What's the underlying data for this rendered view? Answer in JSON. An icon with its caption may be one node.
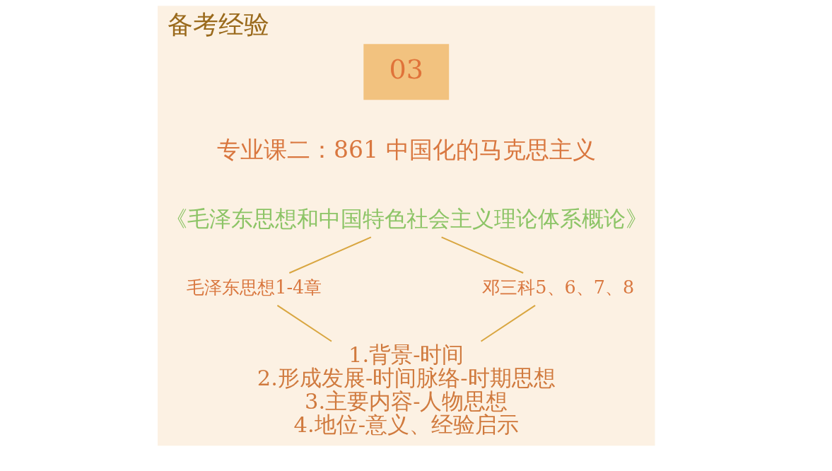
{
  "diagram": {
    "title": "备考经验",
    "nodes": [
      {
        "text": [
          "03"
        ]
      },
      {
        "text": [
          "《毛泽东思想和中国特色社会主义理论体系概论》"
        ]
      },
      {
        "text": [
          "毛泽东思想1-4章"
        ]
      },
      {
        "text": [
          "邓三科5、6、7、8"
        ]
      },
      {
        "text": [
          "1.背景-时间",
          "2.形成发展-时间脉络-时期思想",
          "3.主要内容-人物思想",
          "4.地位-意义、经验启示"
        ]
      }
    ],
    "edges": [
      {
        "from": 1,
        "to": 2,
        "arrow": "none"
      },
      {
        "from": 1,
        "to": 3,
        "arrow": "none"
      },
      {
        "from": 2,
        "to": 4,
        "arrow": "none"
      },
      {
        "from": 3,
        "to": 4,
        "arrow": "none"
      }
    ],
    "labels": [
      "专业课二：861 中国化的马克思主义"
    ]
  }
}
